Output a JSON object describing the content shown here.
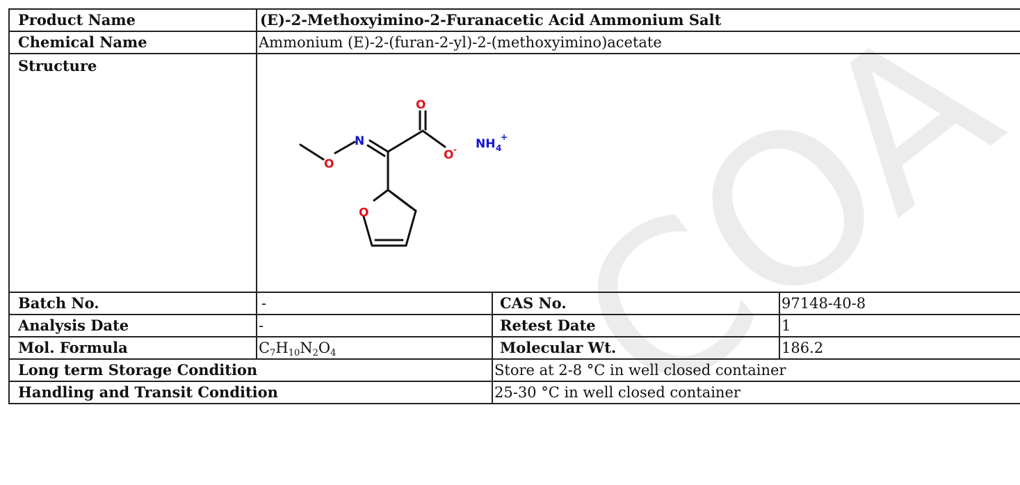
{
  "rows": {
    "product_name": {
      "label": "Product Name",
      "value": "(E)-2-Methoxyimino-2-Furanacetic Acid Ammonium Salt"
    },
    "chemical_name": {
      "label": "Chemical Name",
      "value": "Ammonium (E)-2-(furan-2-yl)-2-(methoxyimino)acetate"
    },
    "structure": {
      "label": "Structure",
      "atoms": {
        "o_carbonyl": "O",
        "n_imine": "N",
        "o_ether": "O",
        "o_anion": "O",
        "o_anion_charge": "-",
        "ammonium_base": "NH",
        "ammonium_sub": "4",
        "ammonium_charge": "+",
        "o_furan": "O"
      }
    },
    "batch_no": {
      "label": "Batch No.",
      "value": "-"
    },
    "cas_no": {
      "label": "CAS No.",
      "value": "97148-40-8"
    },
    "analysis_date": {
      "label": "Analysis Date",
      "value": "-"
    },
    "retest_date": {
      "label": "Retest Date",
      "value": "1"
    },
    "mol_formula": {
      "label": "Mol. Formula",
      "parts": [
        [
          "C",
          "7"
        ],
        [
          "H",
          "10"
        ],
        [
          "N",
          "2"
        ],
        [
          "O",
          "4"
        ]
      ]
    },
    "molecular_wt": {
      "label": "Molecular Wt.",
      "value": "186.2"
    },
    "storage": {
      "label": "Long term Storage Condition",
      "value": "Store at 2-8 °C in well closed container"
    },
    "handling": {
      "label": "Handling and Transit Condition",
      "value": "25-30 °C in well closed container"
    }
  },
  "watermark": {
    "text": "COA",
    "color": "#ececec"
  },
  "colors": {
    "oxygen": "#e0141e",
    "nitrogen": "#1414d2",
    "bond": "#111111",
    "border": "#222222"
  }
}
